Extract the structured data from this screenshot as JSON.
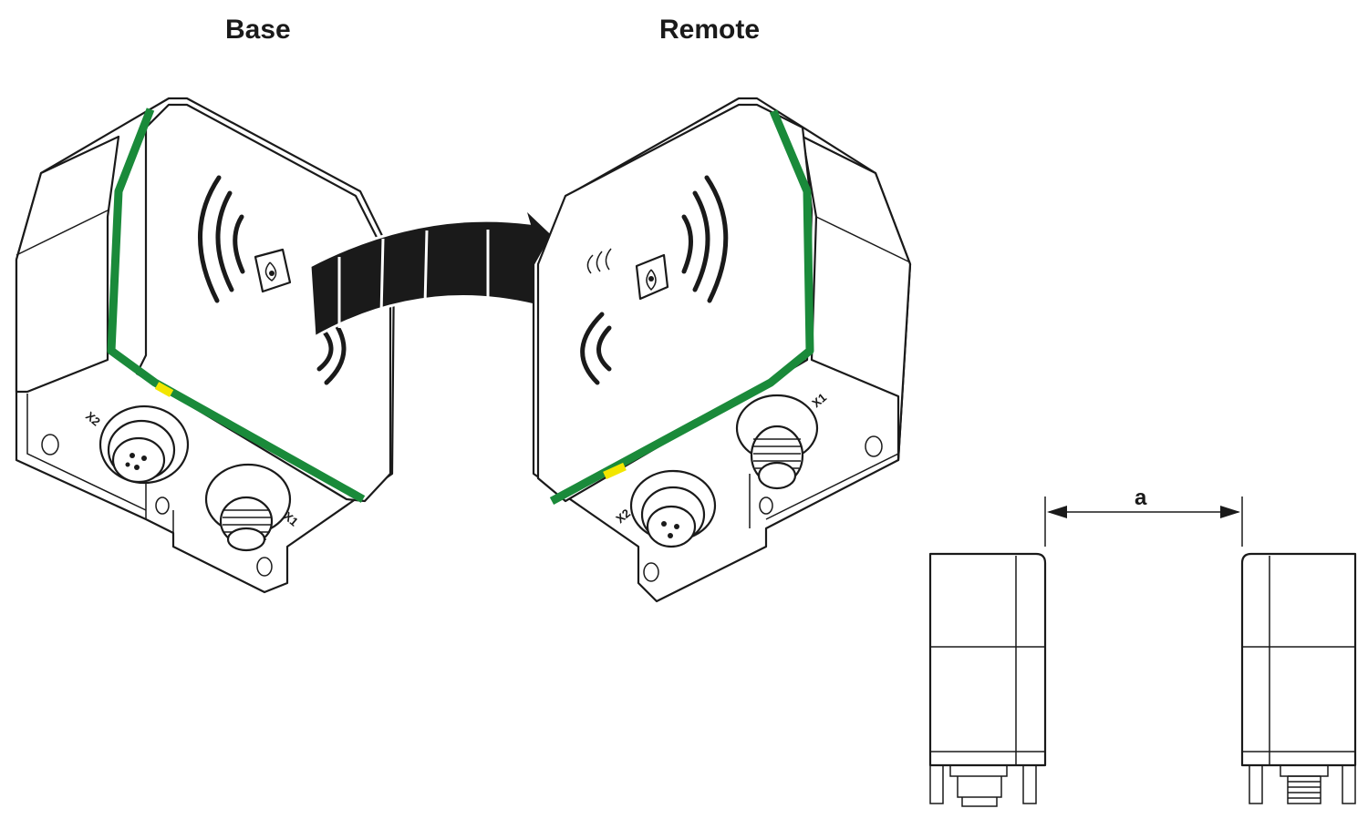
{
  "labels": {
    "base": "Base",
    "remote": "Remote",
    "distance": "a",
    "connector_x1": "X1",
    "connector_x2": "X2"
  },
  "colors": {
    "stripe_green": "#1a8a3a",
    "marker_yellow": "#f2e600",
    "line": "#1a1a1a",
    "arrow": "#1a1a1a"
  },
  "icons": {
    "wireless": "radio-waves-icon",
    "coupling": "coupling-symbol-icon",
    "transfer": "curved-arrow-icon"
  }
}
